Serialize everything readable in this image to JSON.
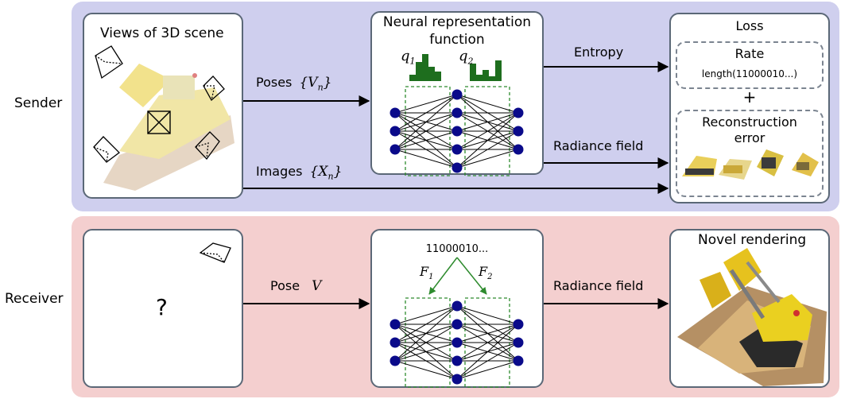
{
  "rows": {
    "sender": "Sender",
    "receiver": "Receiver"
  },
  "sender": {
    "views_title": "Views of 3D scene",
    "network_title_line1": "Neural representation",
    "network_title_line2": "function",
    "q1": "q",
    "q1_sub": "1",
    "q2": "q",
    "q2_sub": "2",
    "poses_label": "Poses",
    "poses_math": "{V",
    "poses_math_sub": "n",
    "poses_math_close": "}",
    "images_label": "Images",
    "images_math": "{X",
    "images_math_sub": "n",
    "images_math_close": "}",
    "entropy_label": "Entropy",
    "radiance_label": "Radiance field",
    "loss_title": "Loss",
    "rate_title": "Rate",
    "rate_value": "length(11000010...)",
    "plus": "+",
    "recon_line1": "Reconstruction",
    "recon_line2": "error"
  },
  "receiver": {
    "unknown": "?",
    "pose_label": "Pose",
    "pose_math": "V",
    "bits": "11000010...",
    "f1": "F",
    "f1_sub": "1",
    "f2": "F",
    "f2_sub": "2",
    "radiance_label": "Radiance field",
    "novel_title": "Novel rendering"
  },
  "colors": {
    "sender_band": "#cfcfee",
    "receiver_band": "#f4cfcf",
    "node": "#0a0a8a",
    "histogram": "#1e6e1e",
    "dashed_green": "#2e8b2e",
    "box_border": "#5b6877"
  }
}
